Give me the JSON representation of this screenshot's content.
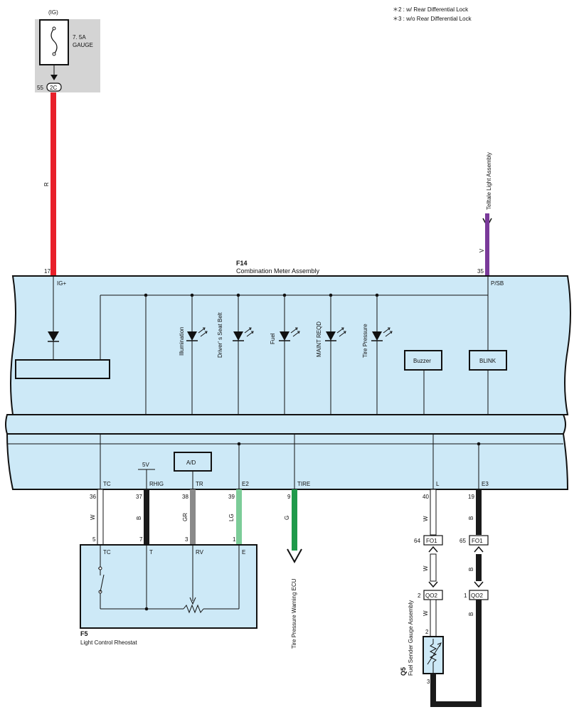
{
  "notes": {
    "line1": "＊2 : w/ Rear Differential Lock",
    "line2": "＊3 : w/o Rear Differential Lock"
  },
  "fuse": {
    "ig_label": "(IG)",
    "rating": "7. 5A",
    "name": "GAUGE",
    "pin": "55",
    "connector": "2C"
  },
  "meter": {
    "code": "F14",
    "name": "Combination Meter Assembly",
    "pin_ig": "17",
    "label_ig": "IG+",
    "pin_psb": "35",
    "label_psb": "P/SB",
    "leds": [
      "Illumination",
      "Driver' s Seat Belt",
      "Fuel",
      "MAINT REQD",
      "Tire Pressure"
    ],
    "buzzer": "Buzzer",
    "blink": "BLINK",
    "ad": "A/D",
    "v5": "5V",
    "terminals": [
      "TC",
      "RHIG",
      "TR",
      "E2",
      "TIRE",
      "L",
      "E3"
    ]
  },
  "telltale": {
    "name": "Telltale Light Assembly",
    "wire": "V"
  },
  "wire_colors": {
    "red_label": "R",
    "red": "#e8202a",
    "violet": "#7a3a9a",
    "black": "#1a1a1a",
    "gray": "#8a8a8a",
    "light_green": "#7ccc98",
    "green": "#1f9a4a",
    "white": "#ffffff",
    "panel_fill": "#cde9f7",
    "fuse_box": "#d4d4d4"
  },
  "lower_pins": {
    "tc": "36",
    "rhig": "37",
    "tr": "38",
    "e2": "39",
    "tire": "9",
    "l": "40",
    "e3": "19"
  },
  "lower_wires": {
    "tc": "W",
    "rhig": "B",
    "tr": "GR",
    "e2": "LG",
    "tire": "G",
    "l": "W",
    "e3": "B"
  },
  "rheostat": {
    "code": "F5",
    "name": "Light Control Rheostat",
    "pins": [
      "5",
      "7",
      "3",
      "1"
    ],
    "terminals": [
      "TC",
      "T",
      "RV",
      "E"
    ]
  },
  "tpw_ecu": "Tire Pressure Warning ECU",
  "connectors": {
    "fo1_left_pin": "64",
    "fo1_left": "FO1",
    "fo1_right_pin": "65",
    "fo1_right": "FO1",
    "qo2_left_pin": "2",
    "qo2_left": "QO2",
    "qo2_right_pin": "1",
    "qo2_right": "QO2",
    "w_mid": "W",
    "b_mid": "B",
    "w_low": "W",
    "b_low": "B"
  },
  "sender": {
    "code": "Q5",
    "name": "Fuel Sender Gauge Assembly",
    "pin_top": "2",
    "pin_bot": "3"
  }
}
